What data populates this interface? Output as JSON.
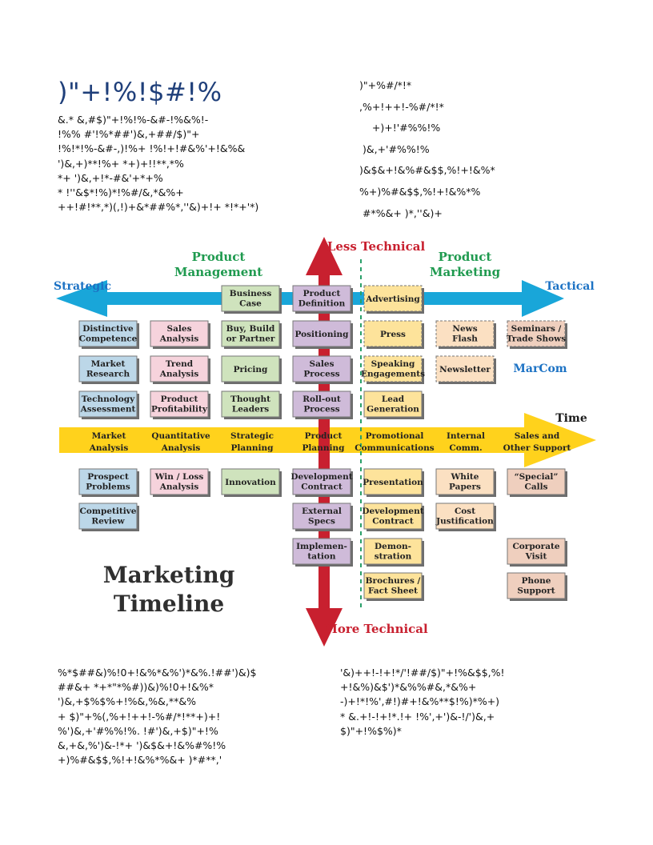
{
  "page": {
    "heading": ")\"+!%!$#!%",
    "left_top_lines": [
      "&.* &,#$)\"+!%!%-&#-!%&%!-",
      "!%% #'!%*##')&,+##/$)\"+",
      "!%!*!%-&#-,)!%+ !%!+!#&%'+!&%&",
      "')&,+)**!%+ *+)+!!**,*%",
      "*+ ')&,+!*-#&'+*+%",
      "* !''&$*!%)*!%#/&,*&%+",
      "++!#!**,*)(,!)+&*##%*,''&)+!+ *!*+'*)"
    ],
    "right_top_lines": [
      ")\"+%#/*!*",
      ",%+!++!-%#/*!*",
      "    +)+!'#%%!%",
      " )&,+'#%%!%",
      ")&$&+!&%#&$$,%!+!&%*",
      "%+)%#&$$,%!+!&%*%",
      " #*%&+ )*,''&)+"
    ],
    "left_bottom_lines": [
      "%*$##&)%!0+!&%*&%')*&%.!##')&)$",
      "##&+ *+*\"*%#))&)%!0+!&%*",
      "')&,+$%$%+!%&,%&,**&%",
      "+ $)\"+%(,%+!++!-%#/*!**+)+!",
      "%')&,+'#%%!%. !#')&,+$)\"+!%",
      "&,+&,%')&-!*+ ')&$&+!&%#%!%",
      "+)%#&$$,%!+!&%*%&+ )*#**,'"
    ],
    "right_bottom_lines": [
      "'&)++!-!+!*/'!##/$)\"+!%&$$,%!",
      "+!&%)&$')*&%%#&,*&%+",
      "-)+!*!%',#!)#+!&%**$!%)*%+)",
      "* &.+!-!+!*.!+ !%',+')&-!/')&,+",
      "$)\"+!%$%)*"
    ]
  },
  "diagram": {
    "colors": {
      "arrow_blue": "#19a6d9",
      "arrow_yellow": "#ffd21c",
      "arrow_red": "#c8202f",
      "label_green": "#1f9a4f",
      "label_red": "#c8202f",
      "label_blue": "#1c72c4",
      "title_dark": "#2f2f2f",
      "box_blue": "#bcd7e8",
      "box_pink": "#f6d3dc",
      "box_green": "#cfe3bd",
      "box_purple": "#cfbbd9",
      "box_yellow": "#fde39b",
      "box_peach": "#fbe0c2",
      "box_tan": "#efcfbe"
    },
    "axis_top": "Less Technical",
    "axis_bottom": "More Technical",
    "axis_left": "Strategic",
    "axis_right": "Tactical",
    "axis_time": "Time",
    "group_product_management": [
      "Product",
      "Management"
    ],
    "group_product_marketing": [
      "Product",
      "Marketing"
    ],
    "marcom": "MarCom",
    "title_lines": [
      "Marketing",
      "Timeline"
    ],
    "phases": [
      {
        "lines": [
          "Market",
          "Analysis"
        ]
      },
      {
        "lines": [
          "Quantitative",
          "Analysis"
        ]
      },
      {
        "lines": [
          "Strategic",
          "Planning"
        ]
      },
      {
        "lines": [
          "Product",
          "Planning"
        ]
      },
      {
        "lines": [
          "Promotional",
          "Communications"
        ]
      },
      {
        "lines": [
          "Internal",
          "Comm."
        ]
      },
      {
        "lines": [
          "Sales and",
          "Other Support"
        ]
      }
    ],
    "boxes": [
      {
        "name": "business-case",
        "lines": [
          "Business",
          "Case"
        ],
        "color": "box_green"
      },
      {
        "name": "product-definition",
        "lines": [
          "Product",
          "Definition"
        ],
        "color": "box_purple"
      },
      {
        "name": "advertising",
        "lines": [
          "Advertising"
        ],
        "color": "box_yellow",
        "dashed": true
      },
      {
        "name": "distinctive-competence",
        "lines": [
          "Distinctive",
          "Competence"
        ],
        "color": "box_blue"
      },
      {
        "name": "sales-analysis",
        "lines": [
          "Sales",
          "Analysis"
        ],
        "color": "box_pink"
      },
      {
        "name": "buy-build-partner",
        "lines": [
          "Buy, Build",
          "or Partner"
        ],
        "color": "box_green"
      },
      {
        "name": "positioning",
        "lines": [
          "Positioning"
        ],
        "color": "box_purple"
      },
      {
        "name": "press",
        "lines": [
          "Press"
        ],
        "color": "box_yellow",
        "dashed": true
      },
      {
        "name": "news-flash",
        "lines": [
          "News",
          "Flash"
        ],
        "color": "box_peach",
        "dashed": true
      },
      {
        "name": "seminars-trade-shows",
        "lines": [
          "Seminars /",
          "Trade Shows"
        ],
        "color": "box_tan",
        "dashed": true
      },
      {
        "name": "market-research",
        "lines": [
          "Market",
          "Research"
        ],
        "color": "box_blue"
      },
      {
        "name": "trend-analysis",
        "lines": [
          "Trend",
          "Analysis"
        ],
        "color": "box_pink"
      },
      {
        "name": "pricing",
        "lines": [
          "Pricing"
        ],
        "color": "box_green"
      },
      {
        "name": "sales-process",
        "lines": [
          "Sales",
          "Process"
        ],
        "color": "box_purple"
      },
      {
        "name": "speaking-engagements",
        "lines": [
          "Speaking",
          "Engagements"
        ],
        "color": "box_yellow",
        "dashed": true
      },
      {
        "name": "newsletter",
        "lines": [
          "Newsletter"
        ],
        "color": "box_peach",
        "dashed": true
      },
      {
        "name": "technology-assessment",
        "lines": [
          "Technology",
          "Assessment"
        ],
        "color": "box_blue"
      },
      {
        "name": "product-profitability",
        "lines": [
          "Product",
          "Profitability"
        ],
        "color": "box_pink"
      },
      {
        "name": "thought-leaders",
        "lines": [
          "Thought",
          "Leaders"
        ],
        "color": "box_green"
      },
      {
        "name": "roll-out-process",
        "lines": [
          "Roll-out",
          "Process"
        ],
        "color": "box_purple"
      },
      {
        "name": "lead-generation",
        "lines": [
          "Lead",
          "Generation"
        ],
        "color": "box_yellow"
      },
      {
        "name": "prospect-problems",
        "lines": [
          "Prospect",
          "Problems"
        ],
        "color": "box_blue"
      },
      {
        "name": "win-loss-analysis",
        "lines": [
          "Win / Loss",
          "Analysis"
        ],
        "color": "box_pink"
      },
      {
        "name": "innovation",
        "lines": [
          "Innovation"
        ],
        "color": "box_green"
      },
      {
        "name": "development-contract-purple",
        "lines": [
          "Development",
          "Contract"
        ],
        "color": "box_purple"
      },
      {
        "name": "presentation",
        "lines": [
          "Presentation"
        ],
        "color": "box_yellow"
      },
      {
        "name": "white-papers",
        "lines": [
          "White",
          "Papers"
        ],
        "color": "box_peach"
      },
      {
        "name": "special-calls",
        "lines": [
          "“Special”",
          "Calls"
        ],
        "color": "box_tan"
      },
      {
        "name": "competitive-review",
        "lines": [
          "Competitive",
          "Review"
        ],
        "color": "box_blue"
      },
      {
        "name": "external-specs",
        "lines": [
          "External",
          "Specs"
        ],
        "color": "box_purple"
      },
      {
        "name": "development-contract-yellow",
        "lines": [
          "Development",
          "Contract"
        ],
        "color": "box_yellow"
      },
      {
        "name": "cost-justification",
        "lines": [
          "Cost",
          "Justification"
        ],
        "color": "box_peach"
      },
      {
        "name": "implementation",
        "lines": [
          "Implemen-",
          "tation"
        ],
        "color": "box_purple"
      },
      {
        "name": "demonstration",
        "lines": [
          "Demon-",
          "stration"
        ],
        "color": "box_yellow"
      },
      {
        "name": "corporate-visit",
        "lines": [
          "Corporate",
          "Visit"
        ],
        "color": "box_tan"
      },
      {
        "name": "brochures-fact-sheet",
        "lines": [
          "Brochures /",
          "Fact Sheet"
        ],
        "color": "box_yellow"
      },
      {
        "name": "phone-support",
        "lines": [
          "Phone",
          "Support"
        ],
        "color": "box_tan"
      }
    ]
  }
}
